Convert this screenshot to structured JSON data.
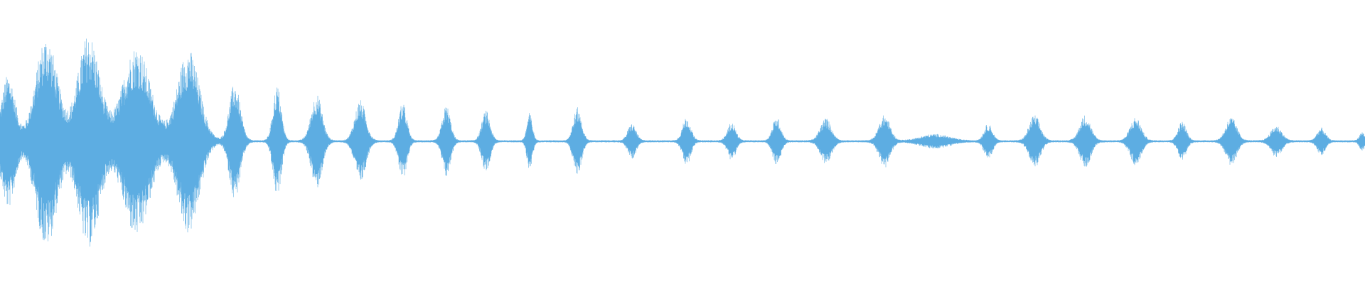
{
  "chart_data": {
    "type": "area",
    "title": "",
    "xlabel": "",
    "ylabel": "",
    "ylim": [
      -1,
      1
    ],
    "grid": false,
    "legend": "none",
    "color": "#5DADE2",
    "background": "#ffffff",
    "noise_floor": 0.01,
    "bursts": [
      {
        "t": 0.006,
        "amp": 0.62,
        "width": 0.005
      },
      {
        "t": 0.034,
        "amp": 0.98,
        "width": 0.008
      },
      {
        "t": 0.065,
        "amp": 1.0,
        "width": 0.008
      },
      {
        "t": 0.1,
        "amp": 0.89,
        "width": 0.01
      },
      {
        "t": 0.138,
        "amp": 0.86,
        "width": 0.008
      },
      {
        "t": 0.172,
        "amp": 0.54,
        "width": 0.004
      },
      {
        "t": 0.203,
        "amp": 0.52,
        "width": 0.003
      },
      {
        "t": 0.232,
        "amp": 0.44,
        "width": 0.004
      },
      {
        "t": 0.264,
        "amp": 0.38,
        "width": 0.004
      },
      {
        "t": 0.295,
        "amp": 0.35,
        "width": 0.003
      },
      {
        "t": 0.327,
        "amp": 0.33,
        "width": 0.003
      },
      {
        "t": 0.356,
        "amp": 0.28,
        "width": 0.003
      },
      {
        "t": 0.388,
        "amp": 0.26,
        "width": 0.002
      },
      {
        "t": 0.423,
        "amp": 0.31,
        "width": 0.003
      },
      {
        "t": 0.463,
        "amp": 0.16,
        "width": 0.003
      },
      {
        "t": 0.503,
        "amp": 0.22,
        "width": 0.003
      },
      {
        "t": 0.536,
        "amp": 0.17,
        "width": 0.003
      },
      {
        "t": 0.569,
        "amp": 0.22,
        "width": 0.003
      },
      {
        "t": 0.605,
        "amp": 0.21,
        "width": 0.004
      },
      {
        "t": 0.648,
        "amp": 0.24,
        "width": 0.004
      },
      {
        "t": 0.685,
        "amp": 0.06,
        "width": 0.01
      },
      {
        "t": 0.724,
        "amp": 0.16,
        "width": 0.003
      },
      {
        "t": 0.758,
        "amp": 0.24,
        "width": 0.004
      },
      {
        "t": 0.795,
        "amp": 0.24,
        "width": 0.004
      },
      {
        "t": 0.832,
        "amp": 0.22,
        "width": 0.004
      },
      {
        "t": 0.866,
        "amp": 0.18,
        "width": 0.003
      },
      {
        "t": 0.902,
        "amp": 0.22,
        "width": 0.004
      },
      {
        "t": 0.935,
        "amp": 0.14,
        "width": 0.004
      },
      {
        "t": 0.968,
        "amp": 0.12,
        "width": 0.003
      },
      {
        "t": 0.998,
        "amp": 0.08,
        "width": 0.002
      }
    ]
  }
}
